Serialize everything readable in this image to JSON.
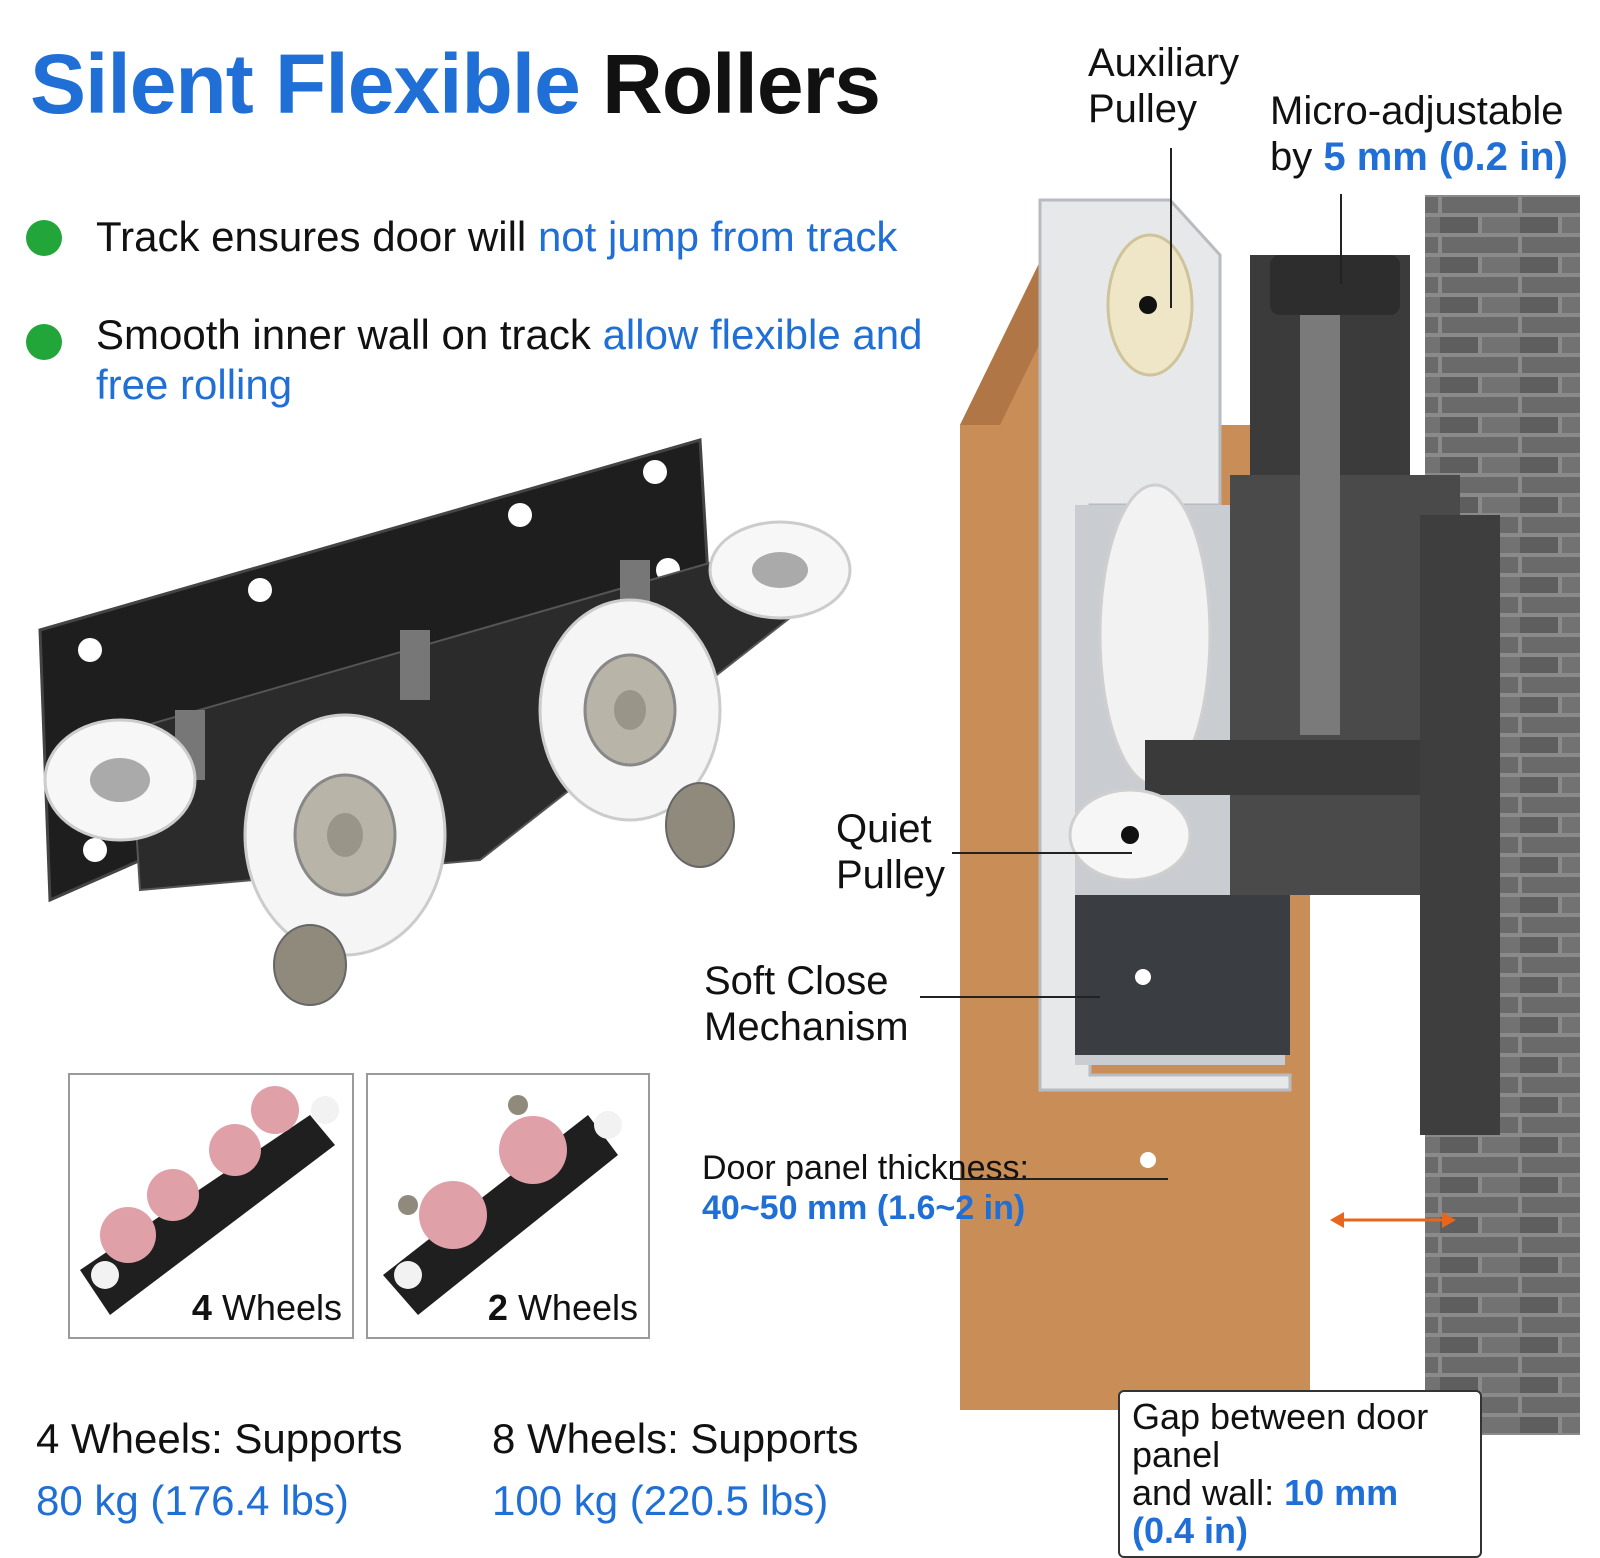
{
  "title": {
    "part1": "Silent Flexible",
    "part2": "Rollers"
  },
  "bullets": [
    {
      "text": "Track ensures door will ",
      "highlight": "not jump from track"
    },
    {
      "text": "Smooth inner wall on track ",
      "highlight": "allow flexible and",
      "highlight2": "free rolling"
    }
  ],
  "callouts": {
    "auxiliary": {
      "line1": "Auxiliary",
      "line2": "Pulley"
    },
    "micro": {
      "line1": "Micro-adjustable",
      "prefix": "by ",
      "value": "5 mm (0.2 in)"
    },
    "quiet": {
      "line1": "Quiet",
      "line2": "Pulley"
    },
    "softclose": {
      "line1": "Soft Close",
      "line2": "Mechanism"
    },
    "thickness": {
      "line1": "Door panel thickness:",
      "value": "40~50 mm (1.6~2 in)"
    },
    "gap": {
      "line1": "Gap between door panel",
      "prefix": "and wall: ",
      "value": "10 mm (0.4 in)"
    }
  },
  "variants": [
    {
      "count": "4",
      "label": " Wheels"
    },
    {
      "count": "2",
      "label": " Wheels"
    }
  ],
  "specs": [
    {
      "label": "4 Wheels: Supports",
      "value": "80 kg (176.4 lbs)"
    },
    {
      "label": "8 Wheels: Supports",
      "value": "100 kg (220.5 lbs)"
    }
  ],
  "colors": {
    "accent": "#1f6fd6",
    "bullet": "#22a63a",
    "arrow": "#e8651c",
    "wood": "#c98e58",
    "hardware": "#2a2a2a"
  },
  "icons": [
    "bullet-dot-icon",
    "dimension-arrow-icon"
  ]
}
